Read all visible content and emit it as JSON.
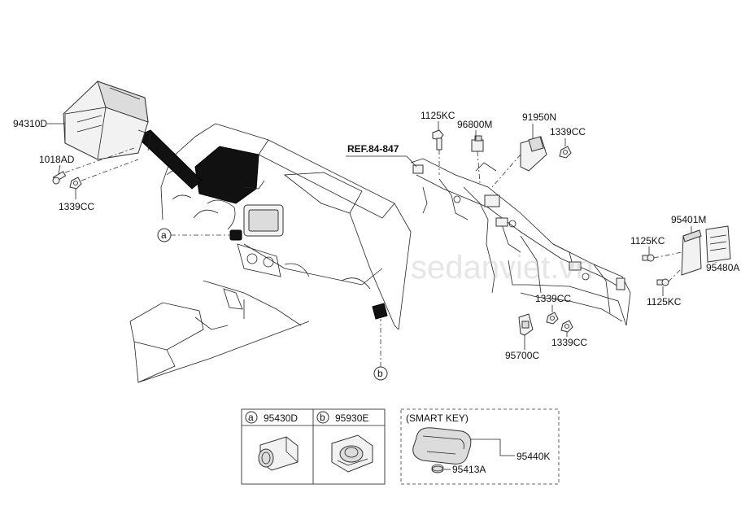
{
  "diagram": {
    "part_labels": {
      "p94310D": "94310D",
      "p1018AD": "1018AD",
      "p1339CC_left": "1339CC",
      "p1125KC_top": "1125KC",
      "p96800M": "96800M",
      "p91950N": "91950N",
      "p1339CC_top": "1339CC",
      "ref": "REF.84-847",
      "p95401M": "95401M",
      "p1125KC_mid": "1125KC",
      "p95480A": "95480A",
      "p1125KC_low": "1125KC",
      "p1339CC_mid": "1339CC",
      "p1339CC_bottom": "1339CC",
      "p95700C": "95700C",
      "p95440K": "95440K",
      "p95413A": "95413A"
    },
    "callouts": {
      "a": "a",
      "b": "b"
    },
    "legend": {
      "a_letter": "a",
      "a_part": "95430D",
      "b_letter": "b",
      "b_part": "95930E",
      "smart_key_title": "(SMART KEY)"
    },
    "watermark": "sedanviet.vn"
  }
}
